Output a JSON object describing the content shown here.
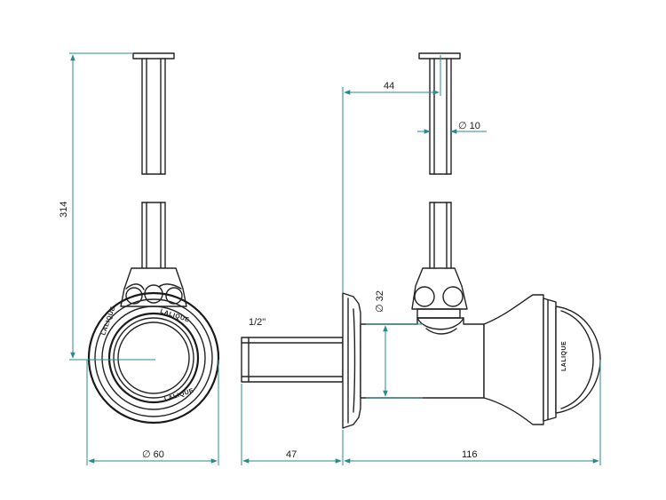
{
  "dimensions": {
    "height_total": "314",
    "face_diameter": "∅ 60",
    "thread_size": "1/2\"",
    "thread_length": "47",
    "body_length": "116",
    "pipe_offset": "44",
    "pipe_diameter": "∅ 10",
    "body_diameter": "∅ 32"
  },
  "branding": {
    "logo_text": "LALIQUE"
  },
  "colors": {
    "dimension_lines": "#2a8a8a",
    "part_outline": "#222222"
  }
}
